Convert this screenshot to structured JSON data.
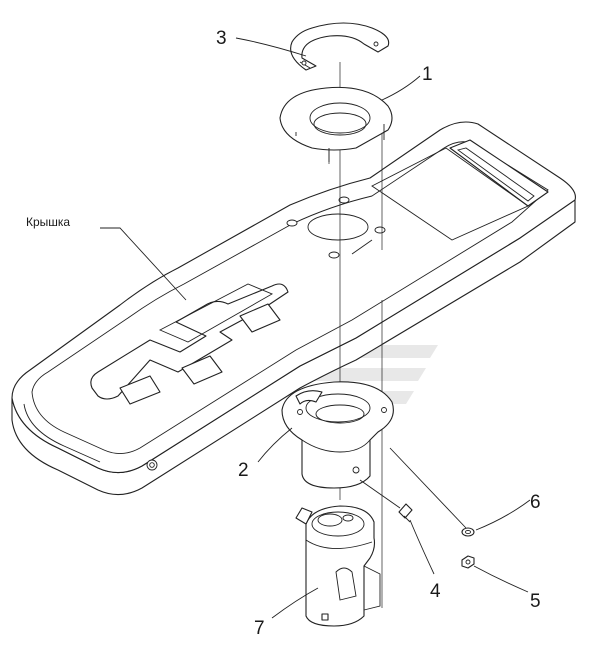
{
  "callouts": [
    {
      "id": "3",
      "text": "3"
    },
    {
      "id": "1",
      "text": "1"
    },
    {
      "id": "2",
      "text": "2"
    },
    {
      "id": "4",
      "text": "4"
    },
    {
      "id": "5",
      "text": "5"
    },
    {
      "id": "6",
      "text": "6"
    },
    {
      "id": "7",
      "text": "7"
    }
  ],
  "labels": {
    "cover": "Крышка"
  },
  "colors": {
    "line": "#222222",
    "watermark": "#e6e6e6",
    "background": "#ffffff"
  }
}
